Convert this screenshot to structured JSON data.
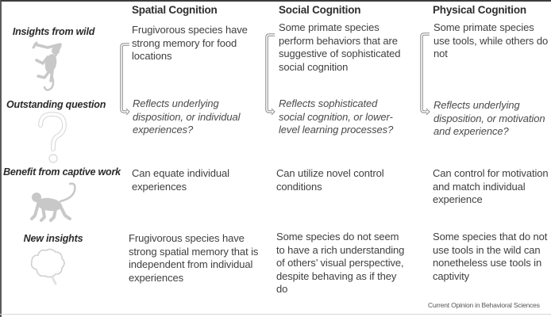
{
  "columns": [
    {
      "label": "Spatial Cognition"
    },
    {
      "label": "Social Cognition"
    },
    {
      "label": "Physical Cognition"
    }
  ],
  "rows": [
    {
      "label": "Insights from wild",
      "icon": "hanging-monkey-icon",
      "cells": [
        "Frugivorous  species have strong memory for food locations",
        "Some primate species perform  behaviors that are suggestive of sophisticated social cognition",
        "Some primate species use tools, while others do not"
      ]
    },
    {
      "label": "Outstanding question",
      "icon": "question-mark-icon",
      "cells": [
        "Reflects underlying disposition, or individual experiences?",
        "Reflects sophisticated social cognition, or lower-level learning processes?",
        "Reflects underlying disposition, or motivation and experience?"
      ]
    },
    {
      "label": "Benefit from captive work",
      "icon": "walking-monkey-icon",
      "cells": [
        "Can equate individual experiences",
        "Can utilize novel control conditions",
        "Can control for motivation and match individual experience"
      ]
    },
    {
      "label": "New insights",
      "icon": "thought-cloud-icon",
      "cells": [
        "Frugivorous  species have strong spatial memory that is independent  from individual experiences",
        "Some species do not seem to have a rich understanding of others’ visual perspective, despite behaving as if they do",
        "Some species that do not use tools in the wild can nonetheless use tools in captivity"
      ]
    }
  ],
  "credit": "Current Opinion in Behavioral Sciences",
  "colors": {
    "icon_gray": "#c4c4c4",
    "bracket_gray": "#8a8a8a",
    "text": "#404040"
  }
}
